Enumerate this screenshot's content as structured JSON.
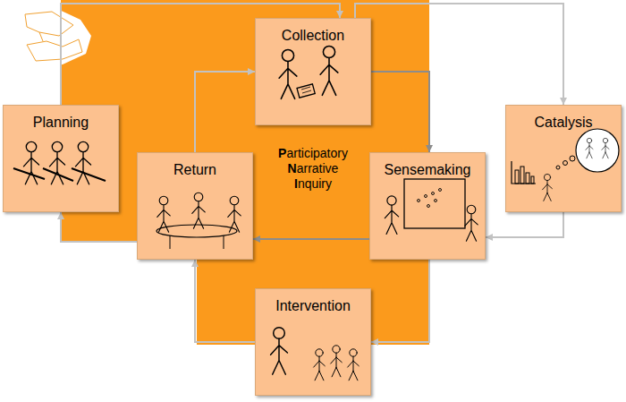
{
  "diagram": {
    "nodes": [
      {
        "text": [
          "Participatory Narrative Inquiry"
        ]
      },
      {
        "text": [
          "Collection"
        ]
      },
      {
        "text": [
          "Planning"
        ]
      },
      {
        "text": [
          "Catalysis"
        ]
      },
      {
        "text": [
          "Return"
        ]
      },
      {
        "text": [
          "Sensemaking"
        ]
      },
      {
        "text": [
          "Intervention"
        ]
      }
    ],
    "edges": [
      {
        "from": 2,
        "to": 1,
        "arrow": "to"
      },
      {
        "from": 1,
        "to": 3,
        "arrow": "to"
      },
      {
        "from": 1,
        "to": 5,
        "arrow": "to"
      },
      {
        "from": 3,
        "to": 5,
        "arrow": "to"
      },
      {
        "from": 5,
        "to": 4,
        "arrow": "to"
      },
      {
        "from": 4,
        "to": 1,
        "arrow": "to"
      },
      {
        "from": 5,
        "to": 6,
        "arrow": "to"
      },
      {
        "from": 6,
        "to": 4,
        "arrow": "to"
      },
      {
        "from": 4,
        "to": 2,
        "arrow": "to"
      }
    ]
  }
}
